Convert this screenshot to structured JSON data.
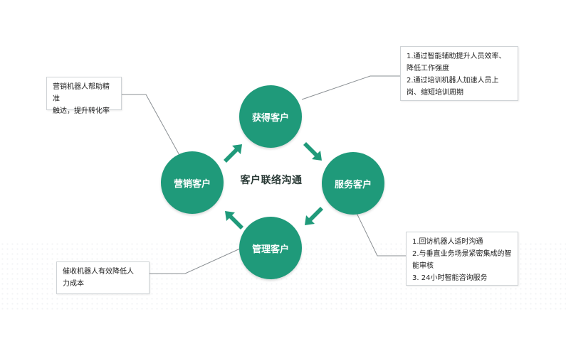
{
  "center": {
    "title": "客户联络沟通"
  },
  "nodes": {
    "acquire": "获得客户",
    "service": "服务客户",
    "manage": "管理客户",
    "marketing": "营销客户"
  },
  "notes": {
    "acquire": [
      "1.通过智能辅助提升人员效率、",
      "降低工作强度",
      "2.通过培训机器人加速人员上",
      "岗、缩短培训周期"
    ],
    "marketing": [
      "营销机器人帮助精准",
      "触达，提升转化率"
    ],
    "service": [
      "1.回访机器人适时沟通",
      "2.与垂直业务场景紧密集成的智",
      "能审核",
      "3. 24小时智能咨询服务"
    ],
    "manage": [
      "催收机器人有效降低人",
      "力成本"
    ]
  },
  "colors": {
    "node": "#1f9a7a",
    "arrow": "#1f9a7a",
    "connector": "#8a8f93"
  }
}
